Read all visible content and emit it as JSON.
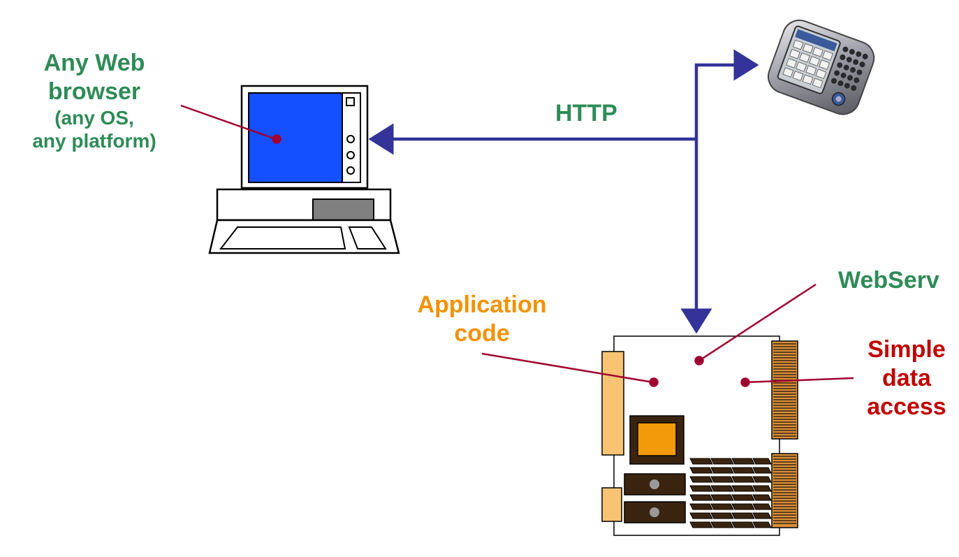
{
  "labels": {
    "browser_line1": "Any Web",
    "browser_line2": "browser",
    "browser_line3": "(any OS,",
    "browser_line4": "any platform)",
    "http": "HTTP",
    "app_line1": "Application",
    "app_line2": "code",
    "webserv": "WebServ",
    "data_line1": "Simple",
    "data_line2": "data",
    "data_line3": "access"
  },
  "colors": {
    "green_text": "#2e8b57",
    "orange_text": "#f39200",
    "red_text": "#c00000",
    "arrow_blue": "#333399",
    "leader_red": "#a00030",
    "screen_blue": "#1450ff"
  },
  "icons": {
    "computer": "desktop-computer-icon",
    "pda": "pda-device-icon",
    "board": "embedded-board-icon"
  }
}
